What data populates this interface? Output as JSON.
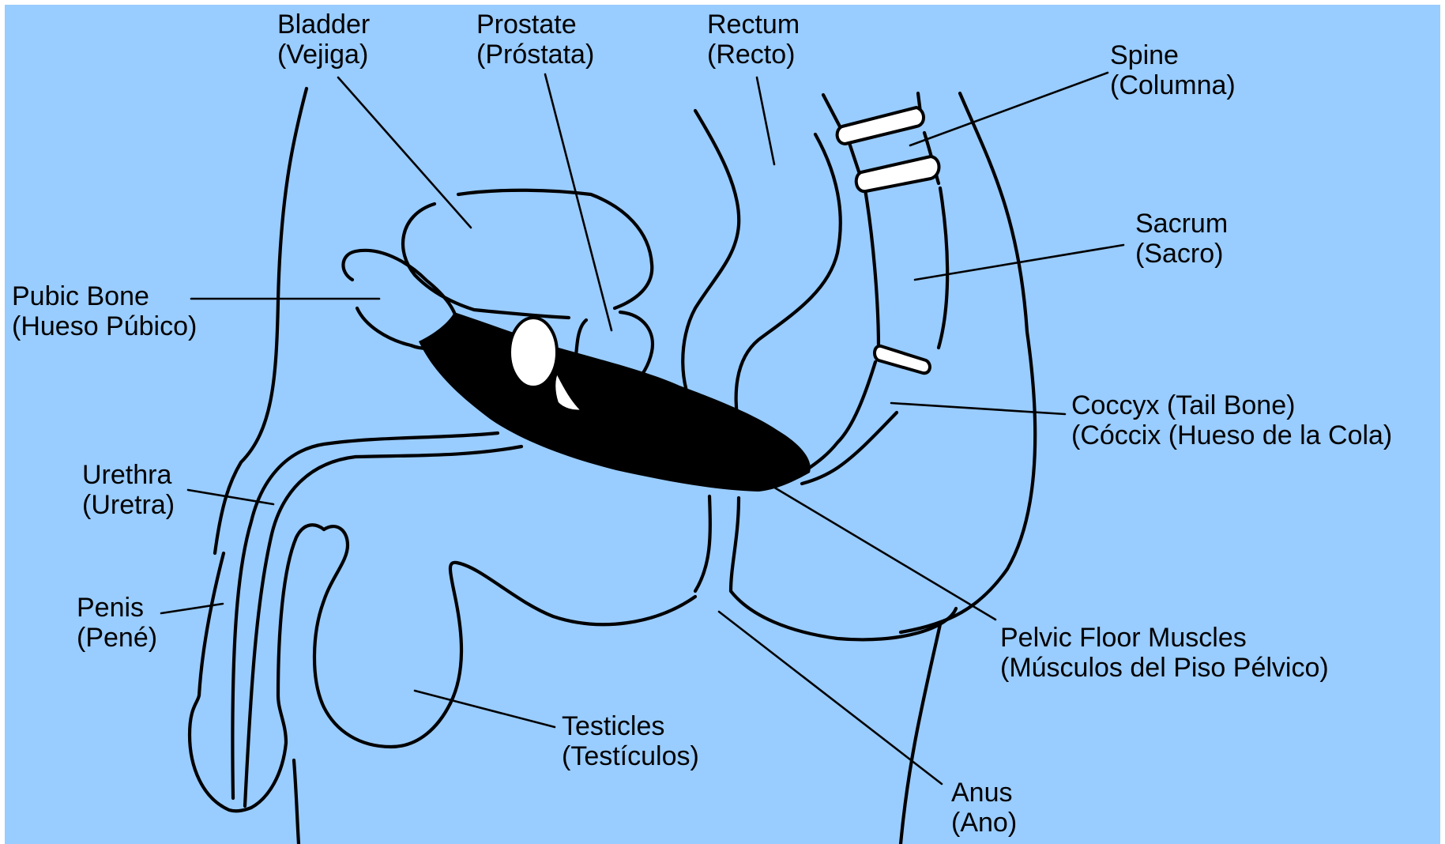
{
  "colors": {
    "background": "#99ccff",
    "outline": "#000000",
    "muscle": "#000000",
    "bone_highlight": "#ffffff"
  },
  "labels": {
    "bladder": {
      "en": "Bladder",
      "es": "(Vejiga)"
    },
    "prostate": {
      "en": "Prostate",
      "es": "(Próstata)"
    },
    "rectum": {
      "en": "Rectum",
      "es": "(Recto)"
    },
    "spine": {
      "en": "Spine",
      "es": "(Columna)"
    },
    "sacrum": {
      "en": "Sacrum",
      "es": "(Sacro)"
    },
    "pubic_bone": {
      "en": "Pubic Bone",
      "es": "(Hueso Púbico)"
    },
    "coccyx": {
      "en": "Coccyx (Tail Bone)",
      "es": "(Cóccix (Hueso de la Cola)"
    },
    "urethra": {
      "en": "Urethra",
      "es": "(Uretra)"
    },
    "penis": {
      "en": "Penis",
      "es": "(Pené)"
    },
    "pelvic_floor": {
      "en": "Pelvic Floor Muscles",
      "es": "(Músculos del Piso Pélvico)"
    },
    "testicles": {
      "en": "Testicles",
      "es": "(Testículos)"
    },
    "anus": {
      "en": "Anus",
      "es": "(Ano)"
    }
  }
}
